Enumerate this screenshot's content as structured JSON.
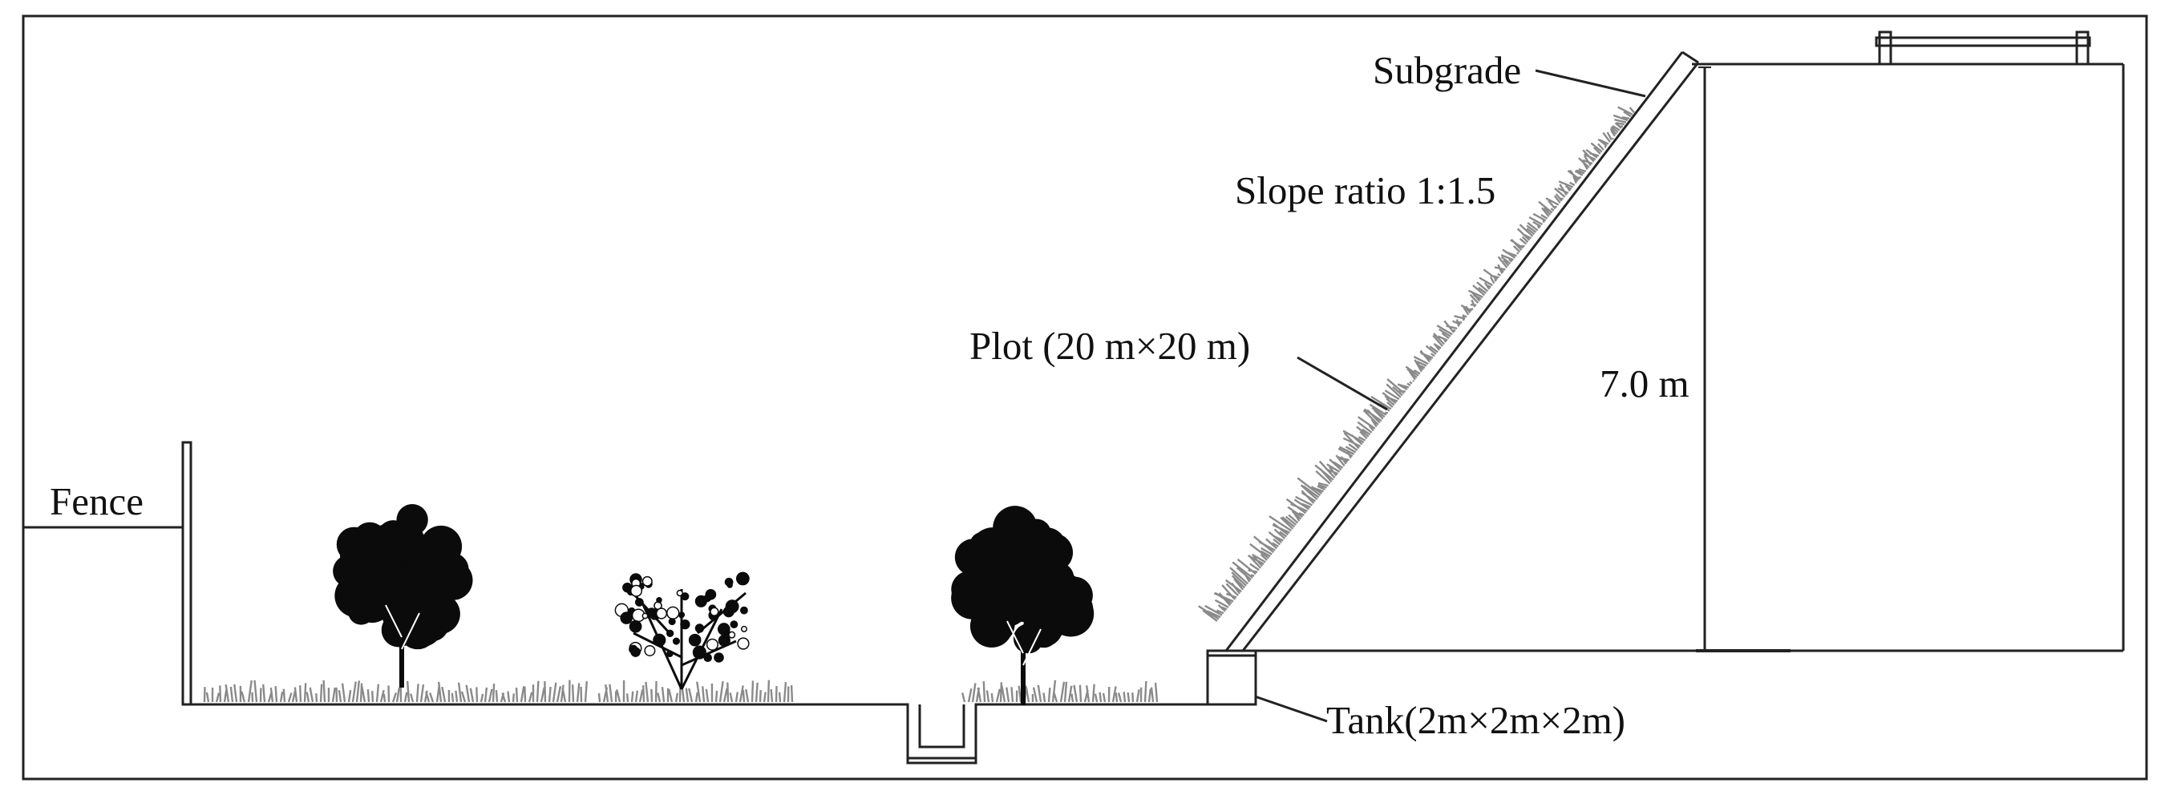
{
  "labels": {
    "fence": "Fence",
    "subgrade": "Subgrade",
    "slope_ratio": "Slope ratio 1:1.5",
    "plot": "Plot (20 m×20 m)",
    "height": "7.0 m",
    "tank": "Tank(2m×2m×2m)"
  },
  "colors": {
    "line": "#222222",
    "tree": "#0b0b0b",
    "grass": "#8a8a8a"
  }
}
